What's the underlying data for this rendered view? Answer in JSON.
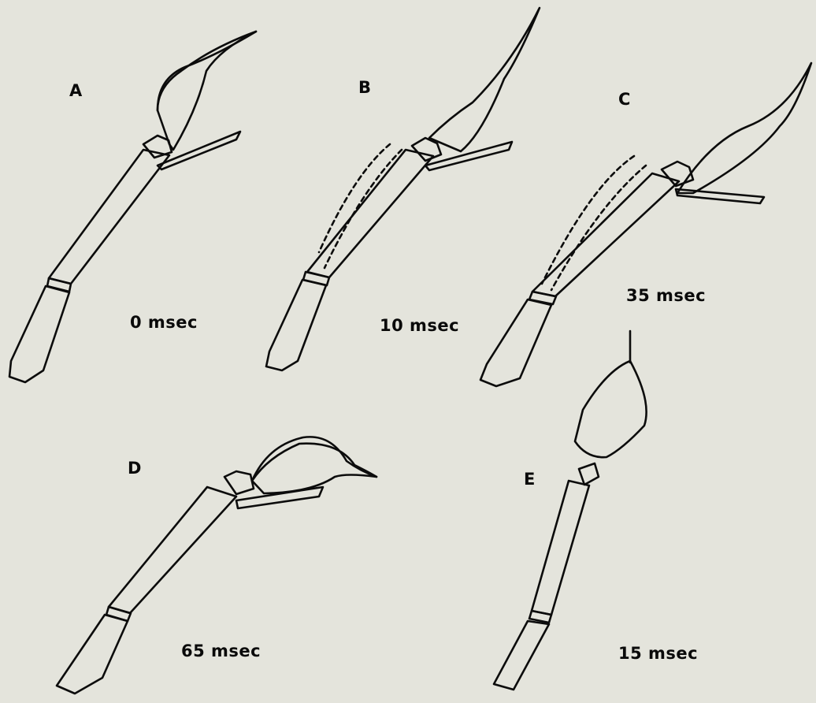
{
  "panels": [
    {
      "id": "A",
      "letter": "A",
      "time": "0 msec"
    },
    {
      "id": "B",
      "letter": "B",
      "time": "10 msec"
    },
    {
      "id": "C",
      "letter": "C",
      "time": "35 msec"
    },
    {
      "id": "D",
      "letter": "D",
      "time": "65 msec"
    },
    {
      "id": "E",
      "letter": "E",
      "time": "15 msec"
    }
  ],
  "colors": {
    "background": "#e4e4dc",
    "ink": "#0c0c0c"
  }
}
